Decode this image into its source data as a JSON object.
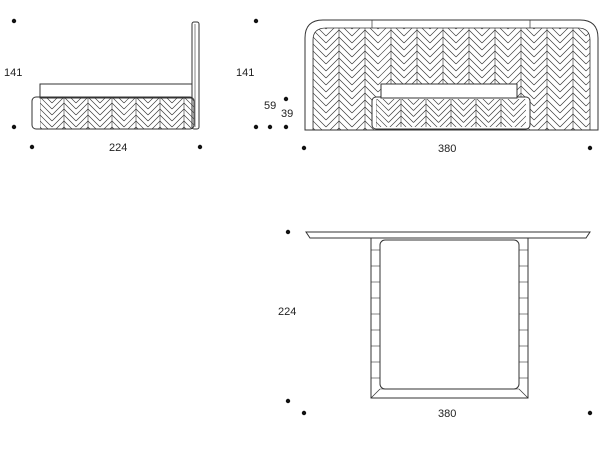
{
  "colors": {
    "line": "#333333",
    "dot": "#111111",
    "background": "#ffffff"
  },
  "side_view": {
    "height_label": "141",
    "width_label": "224"
  },
  "front_view": {
    "height_label": "141",
    "frame_height_label": "59",
    "base_height_label": "39",
    "width_label": "380"
  },
  "top_view": {
    "depth_label": "224",
    "width_label": "380"
  }
}
